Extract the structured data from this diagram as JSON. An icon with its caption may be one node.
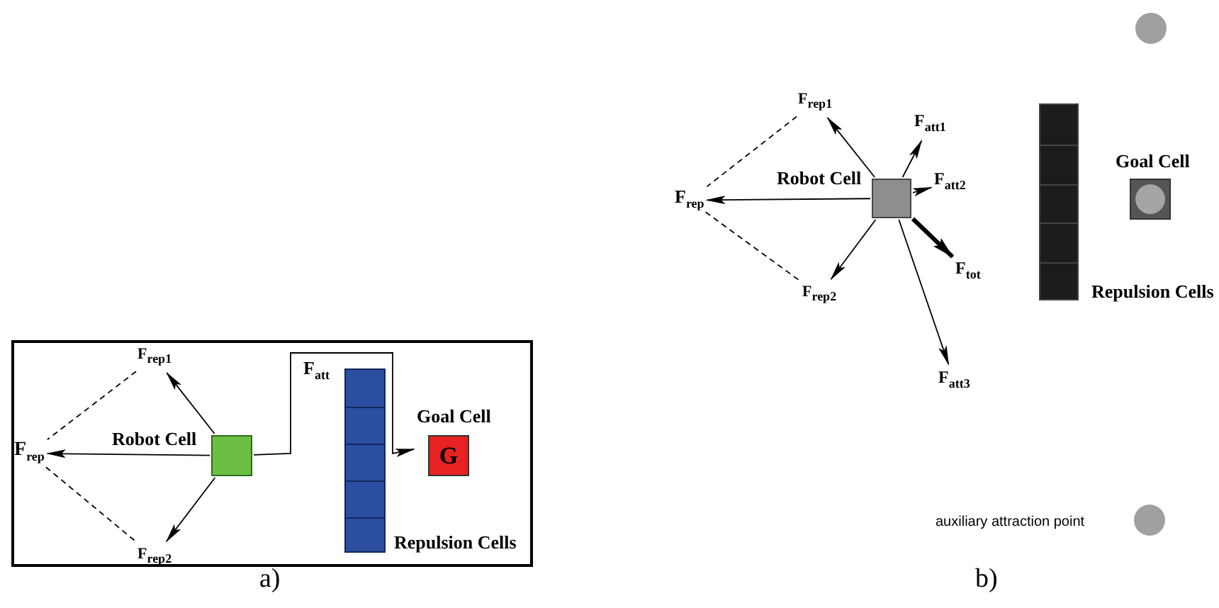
{
  "diagram": {
    "nodes": [
      {
        "text": [],
        "shape": "box",
        "beside": [
          "a)"
        ]
      },
      {
        "text": [
          "Robot Cell"
        ],
        "in": 0
      },
      {
        "text": [
          "F$_{rep1}$"
        ],
        "in": 0
      },
      {
        "text": [
          "F$_{rep}$"
        ],
        "in": 0
      },
      {
        "text": [
          "F$_{rep2}$"
        ],
        "in": 0
      },
      {
        "text": [
          "Repulsion Cells"
        ],
        "in": 0
      },
      {
        "text": [
          "Goal Cell",
          "G"
        ],
        "in": 0
      },
      {
        "text": [
          "Robot Cell"
        ]
      },
      {
        "text": [
          "F$_{rep1}$"
        ]
      },
      {
        "text": [
          "F$_{rep}$"
        ]
      },
      {
        "text": [
          "F$_{rep2}$"
        ]
      },
      {
        "text": [
          "F$_{att1}$"
        ]
      },
      {
        "text": [
          "F$_{att2}$"
        ]
      },
      {
        "text": [
          "F$_{tot}$"
        ]
      },
      {
        "text": [
          "F$_{att3}$"
        ]
      },
      {
        "text": [
          "Repulsion Cells"
        ]
      },
      {
        "text": [
          "Goal Cell"
        ]
      },
      {
        "text": [],
        "shape": "circle"
      },
      {
        "text": [],
        "shape": "circle",
        "beside": [
          "auxiliary attraction point"
        ]
      }
    ],
    "edges": [
      {
        "from": 1,
        "to": 2,
        "arrow": "to"
      },
      {
        "from": 1,
        "to": 3,
        "arrow": "to"
      },
      {
        "from": 1,
        "to": 4,
        "arrow": "to"
      },
      {
        "from": 1,
        "to": 6,
        "arrow": "to",
        "label": "F$_{att}$"
      },
      {
        "from": 2,
        "to": 3,
        "arrow": "none",
        "style": "dashed"
      },
      {
        "from": 3,
        "to": 4,
        "arrow": "none",
        "style": "dashed"
      },
      {
        "from": 7,
        "to": 8,
        "arrow": "to"
      },
      {
        "from": 7,
        "to": 9,
        "arrow": "to"
      },
      {
        "from": 7,
        "to": 10,
        "arrow": "to"
      },
      {
        "from": 7,
        "to": 11,
        "arrow": "to"
      },
      {
        "from": 7,
        "to": 12,
        "arrow": "to"
      },
      {
        "from": 7,
        "to": 13,
        "arrow": "to",
        "style": "thick"
      },
      {
        "from": 7,
        "to": 14,
        "arrow": "to"
      },
      {
        "from": 8,
        "to": 9,
        "arrow": "none",
        "style": "dashed"
      },
      {
        "from": 9,
        "to": 10,
        "arrow": "none",
        "style": "dashed"
      }
    ],
    "labels": [
      "b)"
    ]
  }
}
